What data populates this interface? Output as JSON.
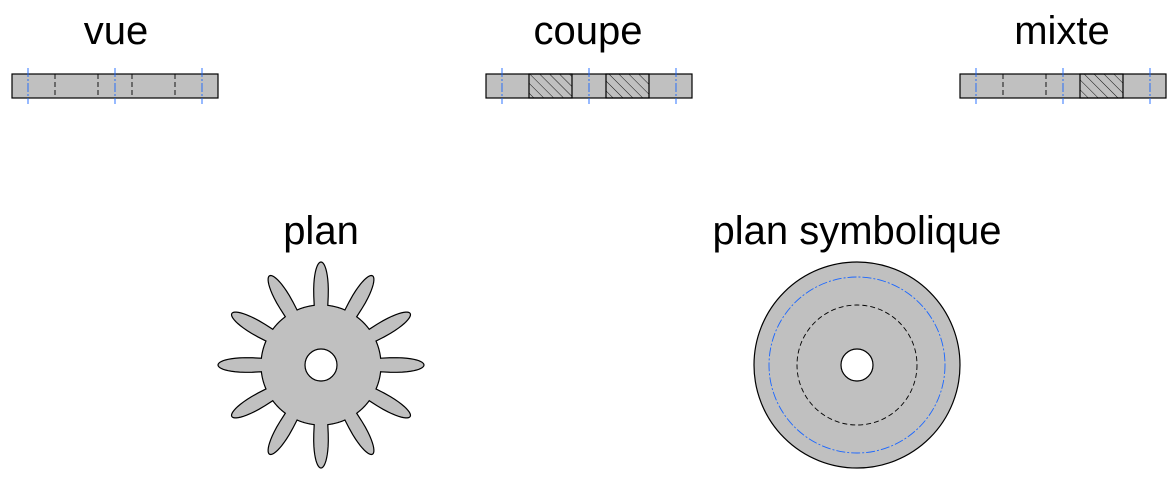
{
  "labels": {
    "vue": "vue",
    "coupe": "coupe",
    "mixte": "mixte",
    "plan": "plan",
    "plan_symbolique": "plan symbolique"
  },
  "gear": {
    "teeth": 12
  },
  "colors": {
    "fill": "#c0c0c0",
    "outline": "#000000",
    "axis": "#1a66ff",
    "hidden": "#000000",
    "hatch": "#000000",
    "background": "#ffffff"
  }
}
